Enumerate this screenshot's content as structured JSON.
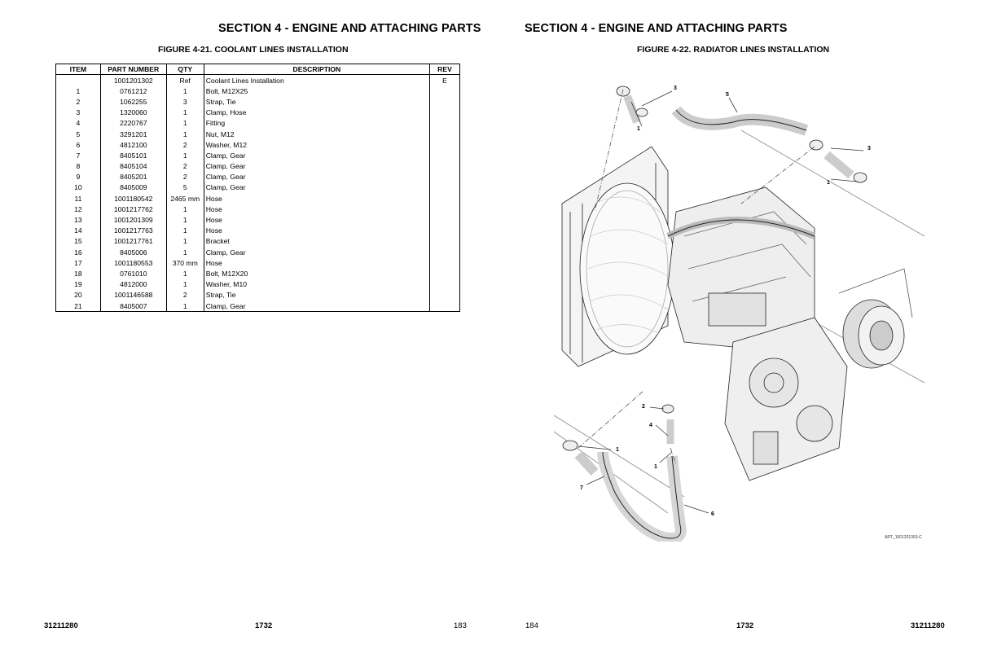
{
  "left_page": {
    "section_title": "SECTION 4 - ENGINE AND ATTACHING PARTS",
    "figure_title": "FIGURE 4-21. COOLANT LINES INSTALLATION",
    "table": {
      "headers": [
        "ITEM",
        "PART NUMBER",
        "QTY",
        "DESCRIPTION",
        "REV"
      ],
      "rows": [
        [
          "",
          "1001201302",
          "Ref",
          "Coolant Lines Installation",
          "E"
        ],
        [
          "1",
          "0761212",
          "1",
          "Bolt, M12X25",
          ""
        ],
        [
          "2",
          "1062255",
          "3",
          "Strap, Tie",
          ""
        ],
        [
          "3",
          "1320060",
          "1",
          "Clamp, Hose",
          ""
        ],
        [
          "4",
          "2220767",
          "1",
          "Fitting",
          ""
        ],
        [
          "5",
          "3291201",
          "1",
          "Nut, M12",
          ""
        ],
        [
          "6",
          "4812100",
          "2",
          "Washer, M12",
          ""
        ],
        [
          "7",
          "8405101",
          "1",
          "Clamp, Gear",
          ""
        ],
        [
          "8",
          "8405104",
          "2",
          "Clamp, Gear",
          ""
        ],
        [
          "9",
          "8405201",
          "2",
          "Clamp, Gear",
          ""
        ],
        [
          "10",
          "8405009",
          "5",
          "Clamp, Gear",
          ""
        ],
        [
          "11",
          "1001180542",
          "2465 mm",
          "Hose",
          ""
        ],
        [
          "12",
          "1001217762",
          "1",
          "Hose",
          ""
        ],
        [
          "13",
          "1001201309",
          "1",
          "Hose",
          ""
        ],
        [
          "14",
          "1001217763",
          "1",
          "Hose",
          ""
        ],
        [
          "15",
          "1001217761",
          "1",
          "Bracket",
          ""
        ],
        [
          "16",
          "8405006",
          "1",
          "Clamp, Gear",
          ""
        ],
        [
          "17",
          "1001180553",
          "370 mm",
          "Hose",
          ""
        ],
        [
          "18",
          "0761010",
          "1",
          "Bolt, M12X20",
          ""
        ],
        [
          "19",
          "4812000",
          "1",
          "Washer, M10",
          ""
        ],
        [
          "20",
          "1001146588",
          "2",
          "Strap, Tie",
          ""
        ],
        [
          "21",
          "8405007",
          "1",
          "Clamp, Gear",
          ""
        ]
      ]
    },
    "footer": {
      "doc_number": "31211280",
      "model": "1732",
      "page_number": "183"
    }
  },
  "right_page": {
    "section_title": "SECTION 4 - ENGINE AND ATTACHING PARTS",
    "figure_title": "FIGURE 4-22. RADIATOR LINES INSTALLATION",
    "diagram": {
      "callouts": [
        "3",
        "5",
        "1",
        "3",
        "1",
        "2",
        "4",
        "1",
        "1",
        "7",
        "6"
      ],
      "art_id": "ART_1001201303-C"
    },
    "footer": {
      "page_number": "184",
      "model": "1732",
      "doc_number": "31211280"
    }
  }
}
